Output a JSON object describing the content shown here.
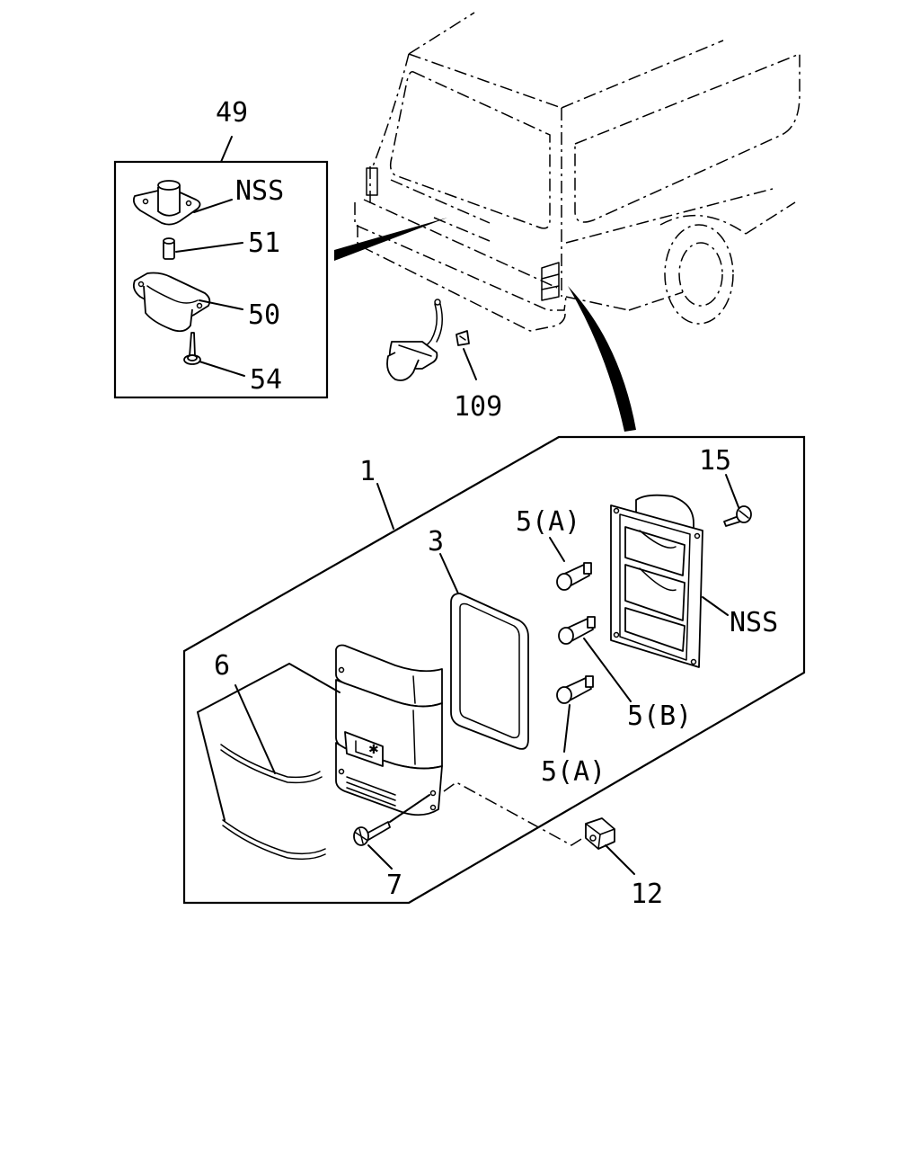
{
  "diagram": {
    "callouts": {
      "c49": "49",
      "nss_top": "NSS",
      "c51": "51",
      "c50": "50",
      "c54": "54",
      "c109": "109",
      "c1": "1",
      "c15": "15",
      "c5a_top": "5(A)",
      "c3": "3",
      "nss_right": "NSS",
      "c6": "6",
      "c5b": "5(B)",
      "c5a_bottom": "5(A)",
      "c7": "7",
      "c12": "12"
    }
  }
}
